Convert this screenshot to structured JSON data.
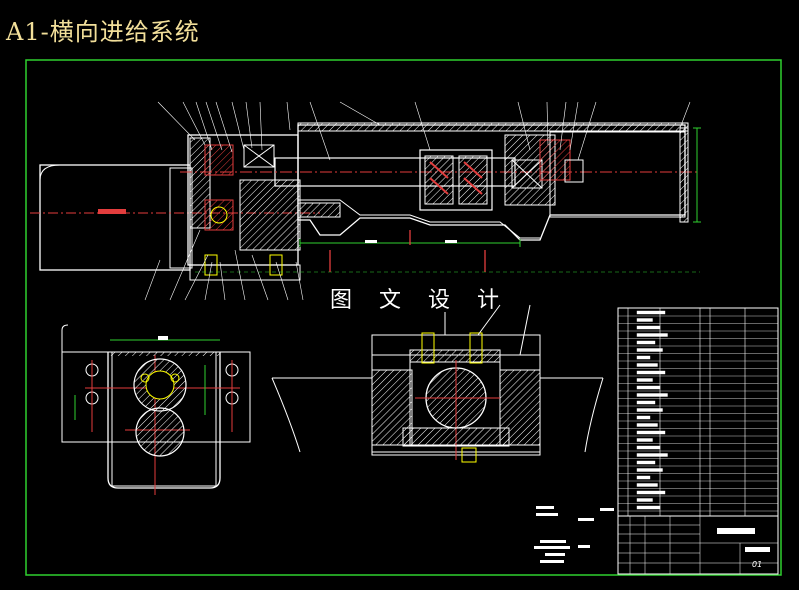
{
  "title": "A1-横向进给系统",
  "watermark": "图 文 设 计",
  "title_block": {
    "sheet_number": "01"
  },
  "colors": {
    "background": "#000000",
    "title_text": "#f2df9a",
    "frame_line": "#2fd02f",
    "outline": "#ffffff",
    "hidden_line": "#e6e600",
    "center_line": "#e33d3d",
    "hatch": "#ffffff",
    "dimension": "#2fd02f"
  },
  "icons": {
    "part_callout": "callout-leader-icon",
    "bolt": "bolt-icon",
    "bearing": "bearing-icon",
    "gear": "gear-icon"
  }
}
